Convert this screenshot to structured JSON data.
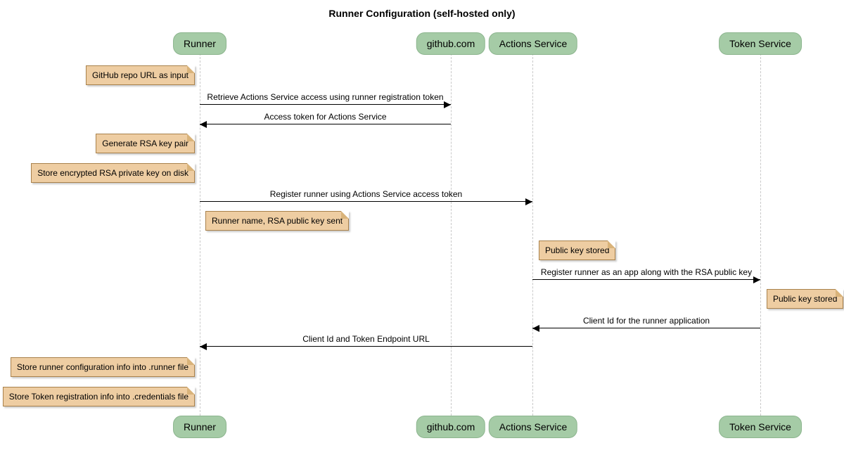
{
  "title": "Runner Configuration (self-hosted only)",
  "participants": [
    {
      "name": "Runner"
    },
    {
      "name": "github.com"
    },
    {
      "name": "Actions Service"
    },
    {
      "name": "Token Service"
    }
  ],
  "messages": [
    {
      "from": "Runner",
      "to": "github.com",
      "direction": "right",
      "label": "Retrieve Actions Service access using runner registration token"
    },
    {
      "from": "github.com",
      "to": "Runner",
      "direction": "left",
      "label": "Access token for Actions Service"
    },
    {
      "from": "Runner",
      "to": "Actions Service",
      "direction": "right",
      "label": "Register runner using Actions Service access token"
    },
    {
      "from": "Actions Service",
      "to": "Token Service",
      "direction": "right",
      "label": "Register runner as an app along with the RSA public key"
    },
    {
      "from": "Token Service",
      "to": "Actions Service",
      "direction": "left",
      "label": "Client Id for the runner application"
    },
    {
      "from": "Actions Service",
      "to": "Runner",
      "direction": "left",
      "label": "Client Id and Token Endpoint URL"
    }
  ],
  "notes": [
    {
      "text": "GitHub repo URL as input",
      "position": "left of Runner"
    },
    {
      "text": "Generate RSA key pair",
      "position": "left of Runner"
    },
    {
      "text": "Store encrypted RSA private key on disk",
      "position": "left of Runner"
    },
    {
      "text": "Runner name, RSA public key sent",
      "position": "right of Runner"
    },
    {
      "text": "Public key stored",
      "position": "right of Actions Service"
    },
    {
      "text": "Public key stored",
      "position": "right of Token Service"
    },
    {
      "text": "Store runner configuration info into .runner file",
      "position": "left of Runner"
    },
    {
      "text": "Store Token registration info into .credentials file",
      "position": "left of Runner"
    }
  ],
  "colors": {
    "participant_fill": "#a5cba6",
    "participant_border": "#8cb58e",
    "note_fill": "#eecda2",
    "note_border": "#a9824c",
    "note_fold": "#d9b37a",
    "lifeline": "#c9c9c9",
    "arrow": "#000000"
  }
}
